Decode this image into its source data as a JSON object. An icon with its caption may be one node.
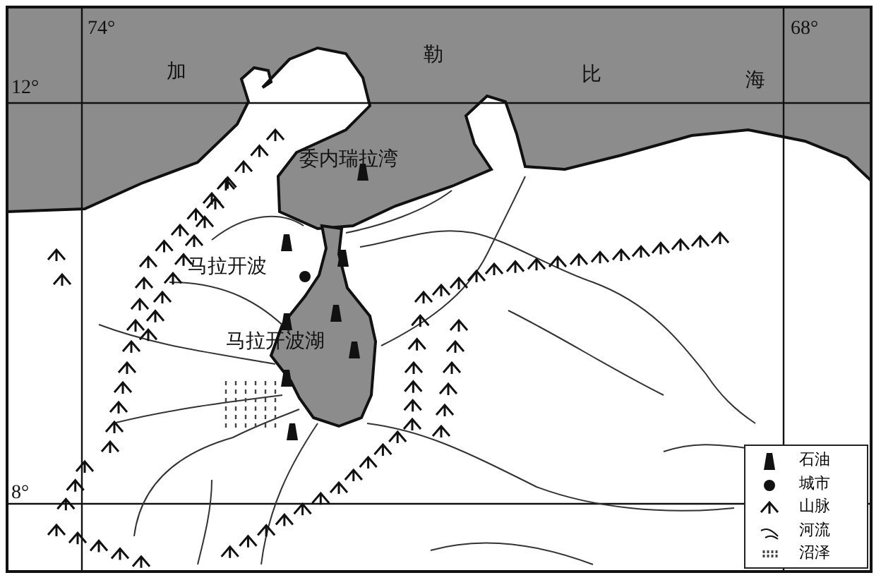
{
  "diagram": {
    "labels": [
      "74°",
      "68°",
      "12°",
      "8°",
      "加",
      "勒",
      "比",
      "海",
      "委内瑞拉湾",
      "马拉开波",
      "马拉开波湖"
    ],
    "legend": [
      {
        "text": "石油"
      },
      {
        "text": "城市"
      },
      {
        "text": "山脉"
      },
      {
        "text": "河流"
      },
      {
        "text": "沼泽"
      }
    ]
  }
}
